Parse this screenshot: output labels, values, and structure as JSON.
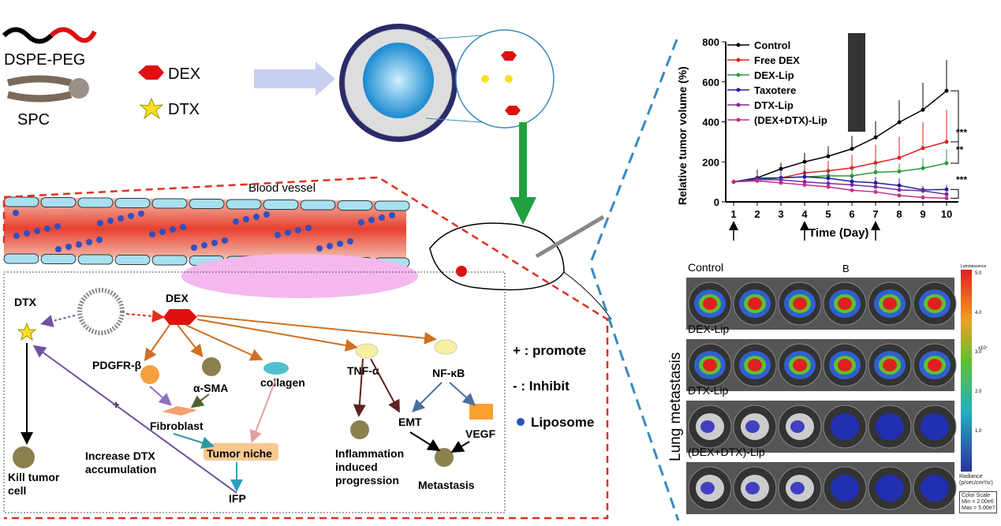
{
  "legend_top": {
    "carrier": "DSPE-PEG",
    "lipid": "SPC",
    "drug1": "DEX",
    "drug2": "DTX"
  },
  "vessel": {
    "label": "Blood vessel"
  },
  "mechanism": {
    "dtx": "DTX",
    "dex": "DEX",
    "pdgfr": "PDGFR-β",
    "sma": "α-SMA",
    "collagen": "collagen",
    "tnf": "TNF-α",
    "nfkb": "NF-κB",
    "fibroblast": "Fibroblast",
    "niche": "Tumor niche",
    "ifp": "IFP",
    "emt": "EMT",
    "vegf": "VEGF",
    "inflammation": [
      "Inflammation",
      "induced",
      "progression"
    ],
    "metastasis": "Metastasis",
    "kill": [
      "Kill tumor",
      "cell"
    ],
    "increase": [
      "Increase DTX",
      "accumulation"
    ],
    "plus": "+",
    "minus": "–",
    "key": {
      "promote": "+ : promote",
      "inhibit": "- : Inhibit",
      "liposome": "Liposome"
    }
  },
  "chart_data": {
    "type": "line",
    "xlabel": "Time (Day)",
    "ylabel": "Relative tumor volume (%)",
    "ylim": [
      0,
      800
    ],
    "yticks": [
      0,
      200,
      400,
      600,
      800
    ],
    "x": [
      1,
      2,
      3,
      4,
      5,
      6,
      7,
      8,
      9,
      10
    ],
    "legend_placement": "top-left",
    "series": [
      {
        "name": "Control",
        "color": "#000000",
        "values": [
          100,
          120,
          165,
          200,
          228,
          265,
          322,
          398,
          460,
          555
        ],
        "err": [
          0,
          40,
          30,
          45,
          50,
          65,
          80,
          110,
          135,
          155
        ]
      },
      {
        "name": "Free DEX",
        "color": "#e02020",
        "values": [
          100,
          115,
          120,
          145,
          155,
          170,
          195,
          220,
          268,
          300
        ],
        "err": [
          0,
          20,
          25,
          40,
          50,
          65,
          90,
          105,
          130,
          160
        ]
      },
      {
        "name": "DEX-Lip",
        "color": "#2a9a3a",
        "values": [
          100,
          110,
          120,
          125,
          130,
          130,
          148,
          152,
          168,
          193
        ],
        "err": [
          0,
          15,
          20,
          30,
          35,
          40,
          45,
          40,
          50,
          70
        ]
      },
      {
        "name": "Taxotere",
        "color": "#2020a0",
        "values": [
          100,
          118,
          120,
          125,
          118,
          102,
          95,
          82,
          60,
          62
        ],
        "err": [
          0,
          25,
          35,
          45,
          30,
          25,
          30,
          35,
          20,
          22
        ]
      },
      {
        "name": "DTX-Lip",
        "color": "#7a2a9a",
        "values": [
          100,
          112,
          110,
          100,
          92,
          85,
          75,
          60,
          55,
          38
        ],
        "err": [
          0,
          20,
          25,
          20,
          20,
          15,
          15,
          15,
          15,
          15
        ]
      },
      {
        "name": "(DEX+DTX)-Lip",
        "color": "#c0308a",
        "values": [
          100,
          105,
          95,
          85,
          75,
          58,
          50,
          32,
          22,
          18
        ],
        "err": [
          0,
          15,
          15,
          15,
          15,
          10,
          10,
          10,
          8,
          8
        ]
      }
    ],
    "annotations": [
      "***",
      "**",
      "***"
    ],
    "dosing_days": [
      1,
      4,
      7
    ]
  },
  "imaging": {
    "side_label": "Lung metastasis",
    "panel_letter": "B",
    "groups": [
      "Control",
      "DEX-Lip",
      "DTX-Lip",
      "(DEX+DTX)-Lip"
    ],
    "colorbar": {
      "title": "Luminescence",
      "ticks": [
        "5.0",
        "4.0",
        "3.0",
        "2.0",
        "1.0"
      ],
      "unit": "x10⁷",
      "radiance": "Radiance (p/sec/cm²/sr)",
      "scale": [
        "Color Scale",
        "Min = 2.00e6",
        "Max = 5.00e7"
      ]
    }
  }
}
